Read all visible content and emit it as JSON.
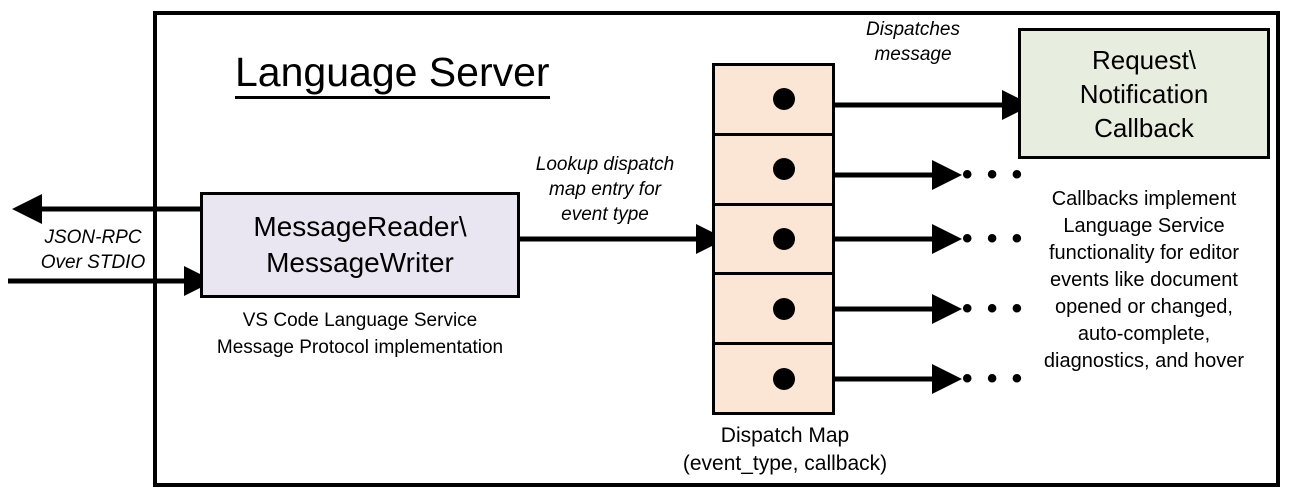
{
  "diagram": {
    "title": "Language Server",
    "frame_border_color": "#000000",
    "background": "#ffffff"
  },
  "external_io": {
    "label_line1": "JSON-RPC",
    "label_line2": "Over STDIO",
    "outbound_arrow": "arrow-left",
    "inbound_arrow": "arrow-right"
  },
  "reader_writer": {
    "line1": "MessageReader\\",
    "line2": "MessageWriter",
    "fill_color": "#EAE6F1",
    "caption_line1": "VS Code Language Service",
    "caption_line2": "Message Protocol implementation"
  },
  "lookup": {
    "line1": "Lookup dispatch",
    "line2": "map entry for",
    "line3": "event type"
  },
  "dispatch_map": {
    "fill_color": "#FBE5D5",
    "row_count": 5,
    "rows": [
      {
        "dot": true
      },
      {
        "dot": true
      },
      {
        "dot": true
      },
      {
        "dot": true
      },
      {
        "dot": true
      }
    ],
    "caption_line1": "Dispatch Map",
    "caption_line2": "(event_type, callback)"
  },
  "dispatches": {
    "line1": "Dispatches",
    "line2": "message"
  },
  "callback": {
    "line1": "Request\\",
    "line2": "Notification",
    "line3": "Callback",
    "fill_color": "#E8EEDF",
    "caption_line1": "Callbacks implement",
    "caption_line2": "Language Service",
    "caption_line3": "functionality for editor",
    "caption_line4": "events like document",
    "caption_line5": "opened or changed,",
    "caption_line6": "auto-complete,",
    "caption_line7": "diagnostics, and hover"
  },
  "ellipses": {
    "marker": "• • •",
    "count": 4
  }
}
